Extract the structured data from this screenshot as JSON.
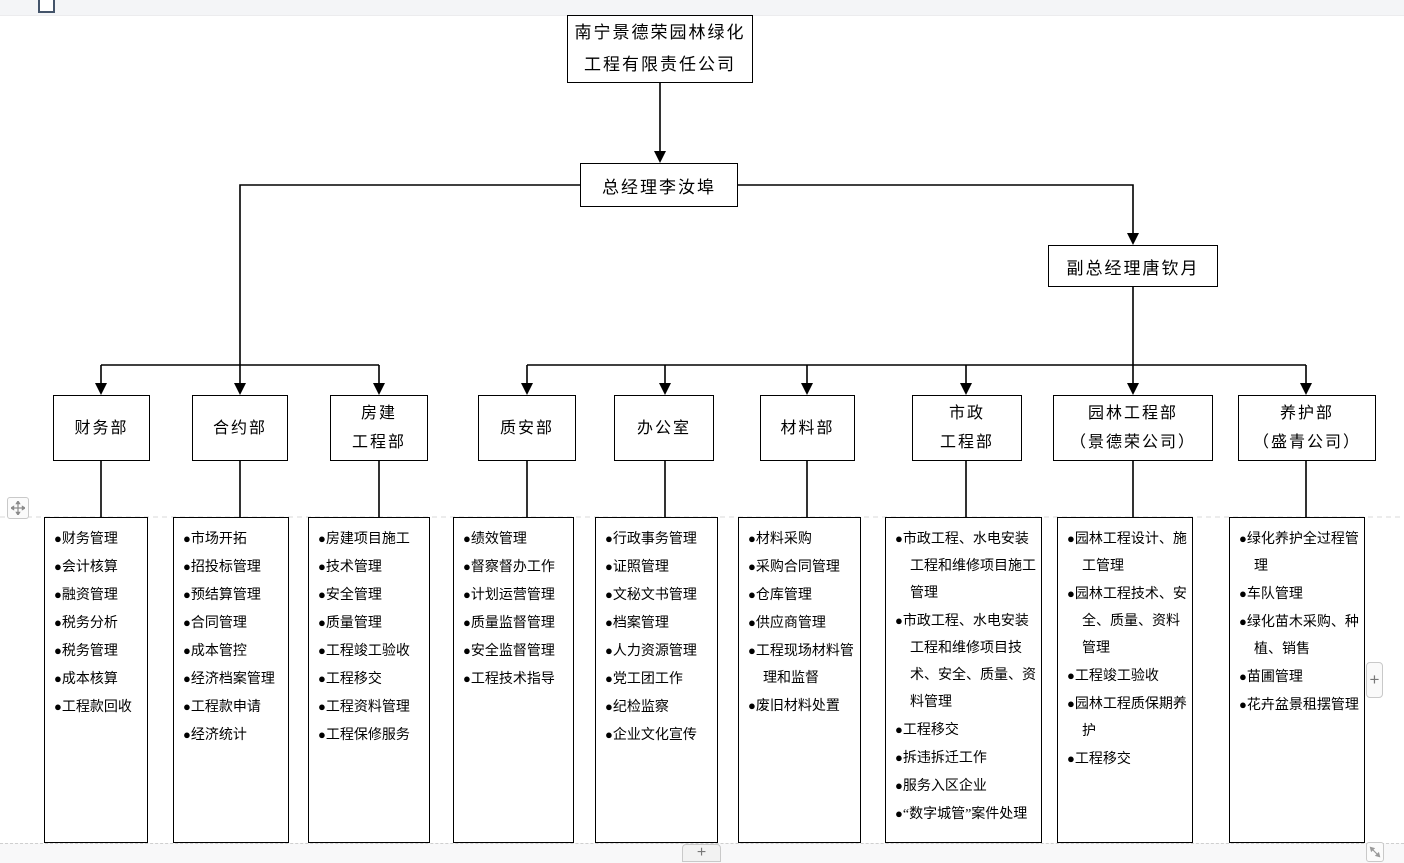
{
  "controls": {
    "move_handle_icon": "move-icon",
    "side_add_label": "+",
    "bottom_add_label": "+",
    "resize_icon": "resize-diagonal-icon"
  },
  "org_chart": {
    "root": {
      "lines": [
        "南宁景德荣园林绿化",
        "工程有限责任公司"
      ]
    },
    "general_manager": "总经理李汝埠",
    "deputy_general_manager": "副总经理唐钦月",
    "departments": [
      {
        "id": "finance",
        "name_lines": [
          "财务部"
        ],
        "items": [
          "财务管理",
          "会计核算",
          "融资管理",
          "税务分析",
          "税务管理",
          "成本核算",
          "工程款回收"
        ]
      },
      {
        "id": "contract",
        "name_lines": [
          "合约部"
        ],
        "items": [
          "市场开拓",
          "招投标管理",
          "预结算管理",
          "合同管理",
          "成本管控",
          "经济档案管理",
          "工程款申请",
          "经济统计"
        ]
      },
      {
        "id": "building-engineering",
        "name_lines": [
          "房建",
          "工程部"
        ],
        "items": [
          "房建项目施工",
          "技术管理",
          "安全管理",
          "质量管理",
          "工程竣工验收",
          "工程移交",
          "工程资料管理",
          "工程保修服务"
        ]
      },
      {
        "id": "quality-safety",
        "name_lines": [
          "质安部"
        ],
        "items": [
          "绩效管理",
          "督察督办工作",
          "计划运营管理",
          "质量监督管理",
          "安全监督管理",
          "工程技术指导"
        ]
      },
      {
        "id": "office",
        "name_lines": [
          "办公室"
        ],
        "items": [
          "行政事务管理",
          "证照管理",
          "文秘文书管理",
          "档案管理",
          "人力资源管理",
          "党工团工作",
          "纪检监察",
          "企业文化宣传"
        ]
      },
      {
        "id": "materials",
        "name_lines": [
          "材料部"
        ],
        "items": [
          "材料采购",
          "采购合同管理",
          "仓库管理",
          "供应商管理",
          "工程现场材料管理和监督",
          "废旧材料处置"
        ]
      },
      {
        "id": "municipal-engineering",
        "name_lines": [
          "市政",
          "工程部"
        ],
        "items": [
          "市政工程、水电安装工程和维修项目施工管理",
          "市政工程、水电安装工程和维修项目技术、安全、质量、资料管理",
          "工程移交",
          "拆违拆迁工作",
          "服务入区企业",
          "“数字城管”案件处理"
        ]
      },
      {
        "id": "landscape-engineering",
        "name_lines": [
          "园林工程部",
          "（景德荣公司）"
        ],
        "items": [
          "园林工程设计、施工管理",
          "园林工程技术、安全、质量、资料管理",
          "工程竣工验收",
          "园林工程质保期养护",
          "工程移交"
        ]
      },
      {
        "id": "maintenance",
        "name_lines": [
          "养护部",
          "（盛青公司）"
        ],
        "items": [
          "绿化养护全过程管理",
          "车队管理",
          "绿化苗木采购、种植、销售",
          "苗圃管理",
          "花卉盆景租摆管理"
        ]
      }
    ]
  }
}
